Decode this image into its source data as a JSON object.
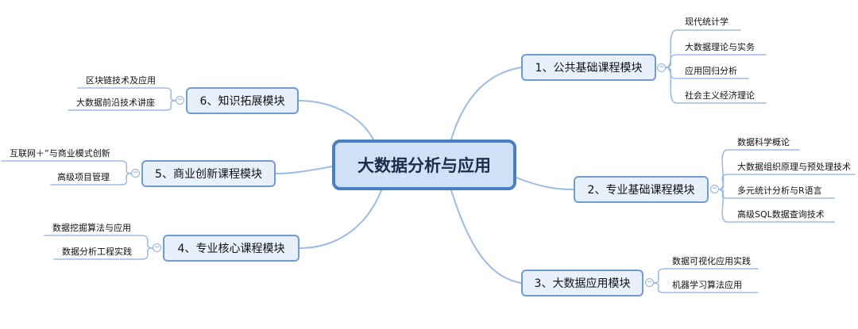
{
  "center": {
    "label": "大数据分析与应用"
  },
  "toggle_symbol": "−",
  "modules": [
    {
      "id": "m1",
      "label": "1、公共基础课程模块",
      "side": "right",
      "items": [
        "现代统计学",
        "大数据理论与实务",
        "应用回归分析",
        "社会主义经济理论"
      ]
    },
    {
      "id": "m2",
      "label": "2、专业基础课程模块",
      "side": "right",
      "items": [
        "数据科学概论",
        "大数据组织原理与预处理技术",
        "多元统计分析与R语言",
        "高级SQL数据查询技术"
      ]
    },
    {
      "id": "m3",
      "label": "3、大数据应用模块",
      "side": "right",
      "items": [
        "数据可视化应用实践",
        "机器学习算法应用"
      ]
    },
    {
      "id": "m4",
      "label": "4、专业核心课程模块",
      "side": "left",
      "items": [
        "数据挖掘算法与应用",
        "数据分析工程实践"
      ]
    },
    {
      "id": "m5",
      "label": "5、商业创新课程模块",
      "side": "left",
      "items": [
        "互联网＋”与商业模式创新",
        "高级项目管理"
      ]
    },
    {
      "id": "m6",
      "label": "6、知识拓展模块",
      "side": "left",
      "items": [
        "区块链技术及应用",
        "大数据前沿技术讲座"
      ]
    }
  ],
  "colors": {
    "line": "#9dbbe3",
    "border": "#6f9bd3",
    "center_border": "#4a7fc1",
    "fill": "#e8f0fb"
  }
}
